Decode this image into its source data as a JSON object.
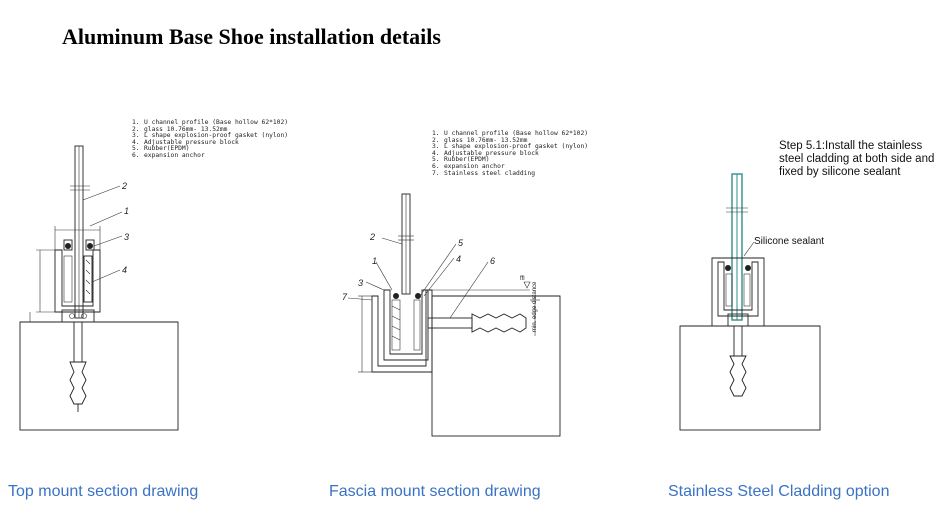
{
  "title": "Aluminum Base Shoe installation details",
  "top_mount": {
    "parts": [
      {
        "n": "1.",
        "text": "U channel profile (Base hollow 62*102)"
      },
      {
        "n": "2.",
        "text": "glass 10.76mm- 13.52mm"
      },
      {
        "n": "3.",
        "text": "L shape explosion-proof gasket (nylon)"
      },
      {
        "n": "4.",
        "text": "Adjustable pressure block"
      },
      {
        "n": "5.",
        "text": "Rubber(EPDM)"
      },
      {
        "n": "6.",
        "text": "expansion anchor"
      }
    ],
    "callouts": [
      "2",
      "1",
      "3",
      "4"
    ],
    "caption": "Top mount section drawing"
  },
  "fascia_mount": {
    "parts": [
      {
        "n": "1.",
        "text": "U channel profile (Base hollow 62*102)"
      },
      {
        "n": "2.",
        "text": "glass 10.76mm- 13.52mm"
      },
      {
        "n": "3.",
        "text": "L shape explosion-proof gasket (nylon)"
      },
      {
        "n": "4.",
        "text": "Adjustable pressure block"
      },
      {
        "n": "5.",
        "text": "Rubber(EPDM)"
      },
      {
        "n": "6.",
        "text": "expansion anchor"
      },
      {
        "n": "7.",
        "text": "Stainless steel cladding"
      }
    ],
    "callouts": [
      "2",
      "5",
      "1",
      "4",
      "6",
      "3",
      "7"
    ],
    "ffl_label": "ffl",
    "edge_label": "min. edge distance",
    "caption": "Fascia  mount section drawing"
  },
  "cladding": {
    "step_note": "Step 5.1:Install the stainless steel cladding  at both side and fixed by silicone sealant",
    "sealant_label": "Silicone sealant",
    "caption": "Stainless Steel Cladding option"
  },
  "colors": {
    "caption": "#3a72c4",
    "glass": "#2f8f8a"
  }
}
